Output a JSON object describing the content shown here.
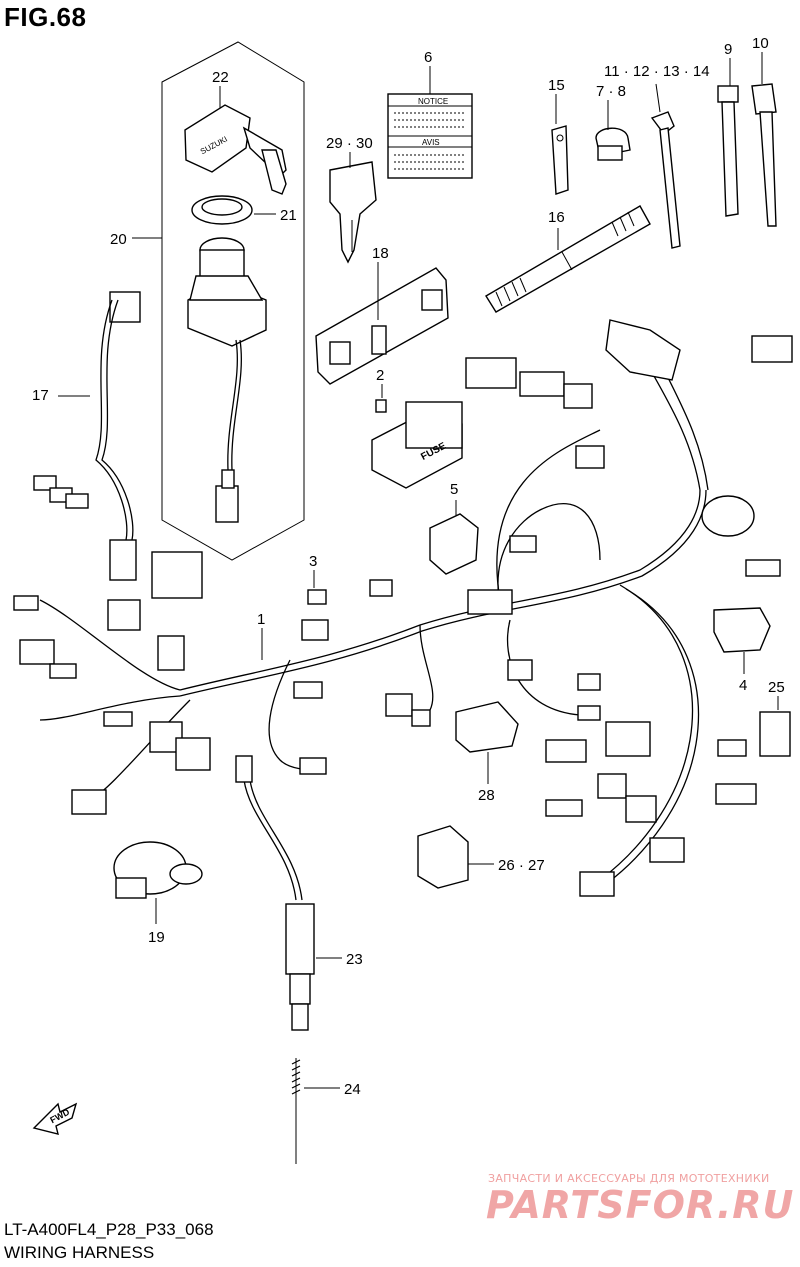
{
  "figure": {
    "title": "FIG.68",
    "model_code": "LT-A400FL4_P28_P33_068",
    "name": "WIRING HARNESS"
  },
  "parts": [
    {
      "id": "p1",
      "label": "1"
    },
    {
      "id": "p2",
      "label": "2"
    },
    {
      "id": "p3",
      "label": "3"
    },
    {
      "id": "p4",
      "label": "4"
    },
    {
      "id": "p5",
      "label": "5"
    },
    {
      "id": "p6",
      "label": "6"
    },
    {
      "id": "p7_8",
      "label": "7 · 8"
    },
    {
      "id": "p9",
      "label": "9"
    },
    {
      "id": "p10",
      "label": "10"
    },
    {
      "id": "p11_14",
      "label": "11 · 12 · 13 · 14"
    },
    {
      "id": "p15",
      "label": "15"
    },
    {
      "id": "p16",
      "label": "16"
    },
    {
      "id": "p17",
      "label": "17"
    },
    {
      "id": "p18",
      "label": "18"
    },
    {
      "id": "p19",
      "label": "19"
    },
    {
      "id": "p20",
      "label": "20"
    },
    {
      "id": "p21",
      "label": "21"
    },
    {
      "id": "p22",
      "label": "22"
    },
    {
      "id": "p23",
      "label": "23"
    },
    {
      "id": "p24",
      "label": "24"
    },
    {
      "id": "p25",
      "label": "25"
    },
    {
      "id": "p26_27",
      "label": "26 · 27"
    },
    {
      "id": "p28",
      "label": "28"
    },
    {
      "id": "p29_30",
      "label": "29 · 30"
    }
  ],
  "part_text": {
    "notice_label": "NOTICE",
    "avis_label": "AVIS",
    "fuse_label": "FUSE",
    "key_brand": "SUZUKI",
    "fwd_label": "FWD"
  },
  "watermark": {
    "line1": "ЗАПЧАСТИ И АКСЕССУАРЫ ДЛЯ МОТОТЕХНИКИ",
    "line2": "PARTSFOR.RU",
    "color": "#f0a0a0"
  }
}
